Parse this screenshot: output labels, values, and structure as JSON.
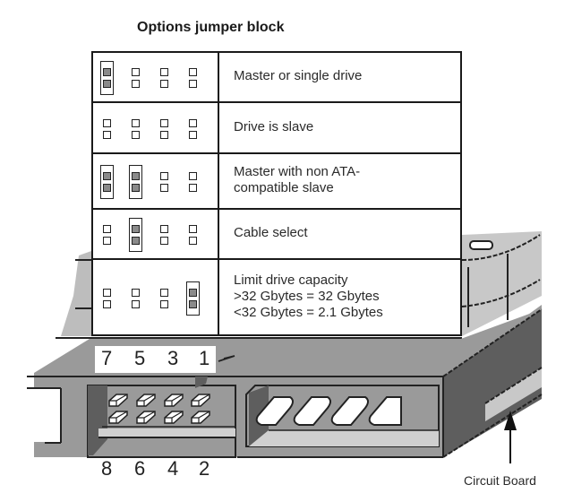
{
  "title": "Options jumper block",
  "rows": [
    {
      "label_lines": [
        "Master or single drive"
      ],
      "jumpers": [
        true,
        false,
        false,
        false
      ]
    },
    {
      "label_lines": [
        "Drive is slave"
      ],
      "jumpers": [
        false,
        false,
        false,
        false
      ]
    },
    {
      "label_lines": [
        "Master with non ATA-",
        "compatible slave"
      ],
      "jumpers": [
        true,
        true,
        false,
        false
      ]
    },
    {
      "label_lines": [
        "Cable select"
      ],
      "jumpers": [
        false,
        true,
        false,
        false
      ]
    },
    {
      "label_lines": [
        "Limit drive capacity",
        ">32 Gbytes = 32 Gbytes",
        "<32 Gbytes = 2.1 Gbytes"
      ],
      "jumpers": [
        false,
        false,
        false,
        true
      ]
    }
  ],
  "pin_numbers_top": [
    "7",
    "5",
    "3",
    "1"
  ],
  "pin_numbers_bottom": [
    "8",
    "6",
    "4",
    "2"
  ],
  "callout": "Circuit Board",
  "colors": {
    "line": "#1a1a1a",
    "mid_gray": "#9a9a9a",
    "dark_gray": "#5e5e5e",
    "light_gray": "#c8c8c8",
    "jumper_fill": "#8a8a8a"
  }
}
